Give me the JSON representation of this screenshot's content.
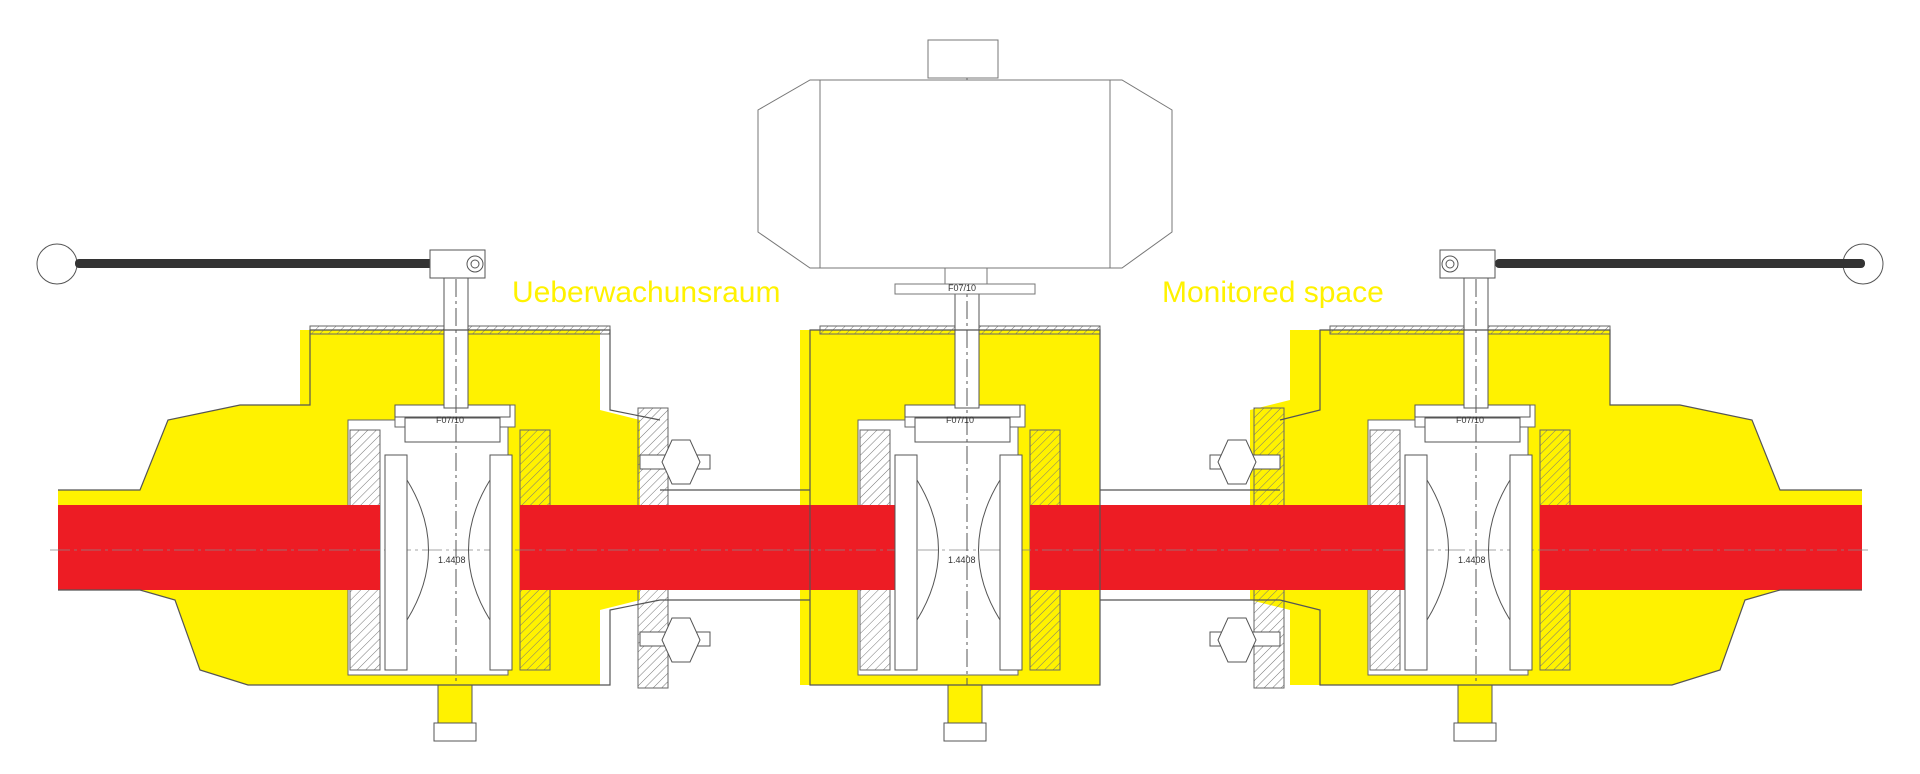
{
  "labels": {
    "left_space": "Ueberwachunsraum",
    "right_space": "Monitored space"
  },
  "valve_marks": {
    "left_body": "1.4408",
    "center_body": "1.4408",
    "right_body": "1.4408",
    "left_top": "F07/10",
    "center_top": "F07/10",
    "right_top": "F07/10",
    "actuator_flange": "F07/10"
  },
  "colors": {
    "monitored_space": "#fff200",
    "pipe_flow": "#ed1c24",
    "label_text": "#fff200",
    "line": "#555555"
  }
}
